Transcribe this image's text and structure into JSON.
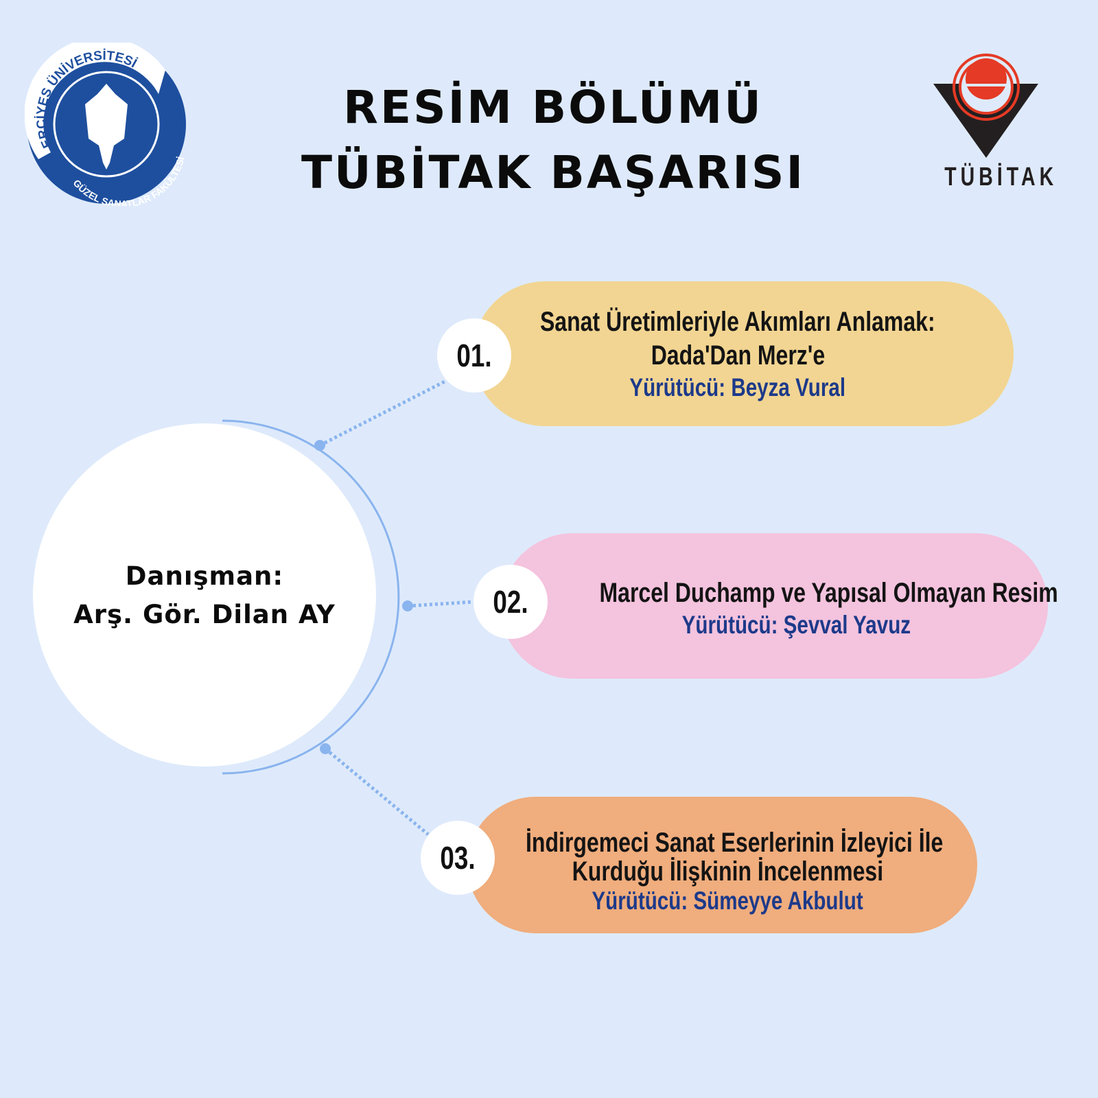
{
  "header": {
    "title_line1": "RESİM BÖLÜMÜ",
    "title_line2": "TÜBİTAK BAŞARISI"
  },
  "logos": {
    "university": {
      "top_text": "ERCİYES ÜNİVERSİTESİ",
      "bottom_text": "GÜZEL SANATLAR FAKÜLTESİ"
    },
    "tubitak": {
      "text": "TÜBİTAK"
    }
  },
  "advisor": {
    "label": "Danışman:",
    "name": "Arş. Gör. Dilan AY"
  },
  "projects": [
    {
      "number": "01.",
      "title_lines": [
        "Sanat Üretimleriyle Akımları Anlamak:",
        "Dada'Dan Merz'e"
      ],
      "lead": "Yürütücü: Beyza Vural",
      "color": "#f2d592"
    },
    {
      "number": "02.",
      "title_lines": [
        "Marcel Duchamp ve Yapısal Olmayan Resim"
      ],
      "lead": "Yürütücü: Şevval Yavuz",
      "color": "#f4c3de"
    },
    {
      "number": "03.",
      "title_lines": [
        "İndirgemeci Sanat Eserlerinin İzleyici İle",
        "Kurduğu İlişkinin İncelenmesi"
      ],
      "lead": "Yürütücü: Sümeyye Akbulut",
      "color": "#f0ad7d"
    }
  ],
  "colors": {
    "background": "#deeafb",
    "accent_line": "#8ab4ee",
    "university_blue": "#1e4f9e",
    "tubitak_red": "#e53a25"
  }
}
